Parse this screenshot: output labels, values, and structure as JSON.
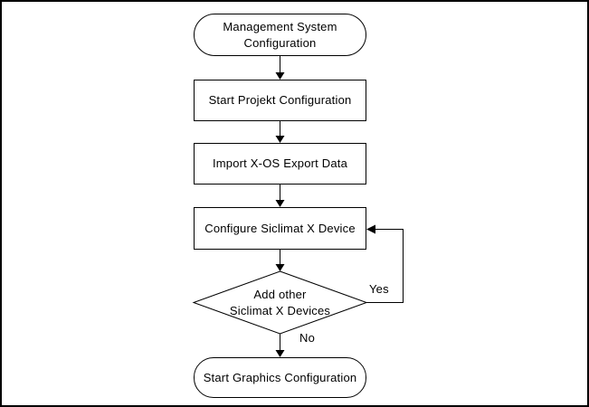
{
  "diagram": {
    "background_color": "#ffffff",
    "line_color": "#000000",
    "nodes": {
      "start_terminator": {
        "type": "terminator",
        "label": "Management System\nConfiguration"
      },
      "process_1": {
        "type": "process",
        "label": "Start Projekt Configuration"
      },
      "process_2": {
        "type": "process",
        "label": "Import X-OS Export Data"
      },
      "process_3": {
        "type": "process",
        "label": "Configure Siclimat X Device"
      },
      "decision_1": {
        "type": "decision",
        "label": "Add other\nSiclimat X Devices"
      },
      "end_terminator": {
        "type": "terminator",
        "label": "Start Graphics Configuration"
      }
    },
    "edges": [
      {
        "from": "start_terminator",
        "to": "process_1",
        "label": ""
      },
      {
        "from": "process_1",
        "to": "process_2",
        "label": ""
      },
      {
        "from": "process_2",
        "to": "process_3",
        "label": ""
      },
      {
        "from": "process_3",
        "to": "decision_1",
        "label": ""
      },
      {
        "from": "decision_1",
        "to": "process_3",
        "label": "Yes"
      },
      {
        "from": "decision_1",
        "to": "end_terminator",
        "label": "No"
      }
    ]
  }
}
